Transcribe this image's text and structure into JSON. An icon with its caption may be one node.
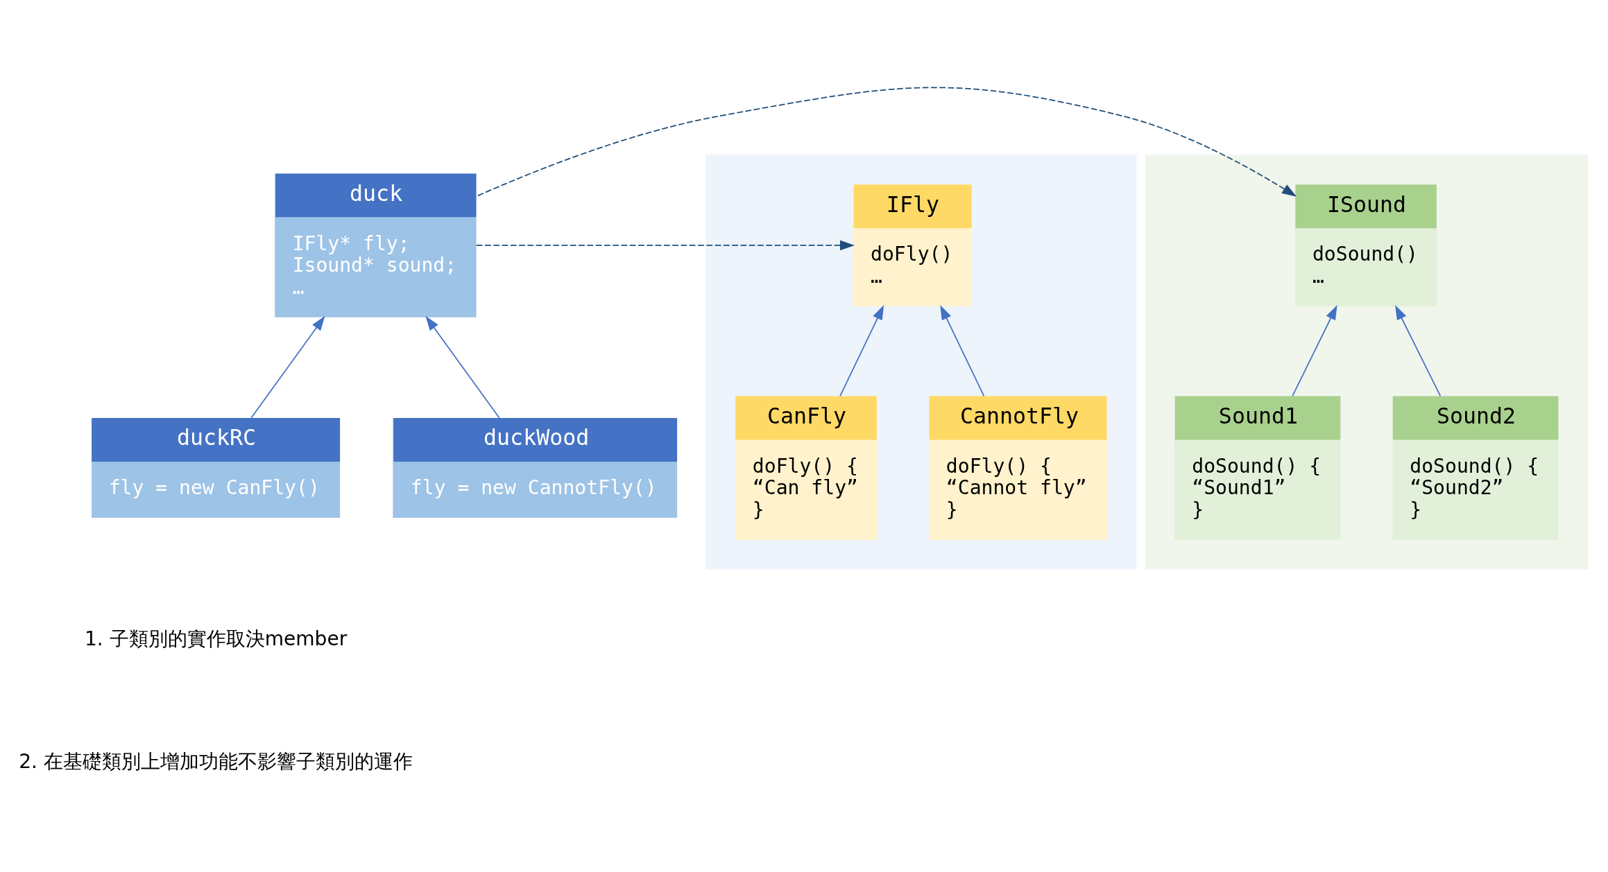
{
  "diagram": {
    "nodes": [
      {
        "text": [
          "duck",
          "IFly* fly;",
          "Isound* sound;",
          "…"
        ]
      },
      {
        "text": [
          "duckRC",
          "fly = new CanFly()"
        ]
      },
      {
        "text": [
          "duckWood",
          "fly = new CannotFly()"
        ]
      },
      {
        "text": [],
        "shape": "box"
      },
      {
        "text": [
          "IFly",
          "doFly()",
          "…"
        ],
        "in": 3
      },
      {
        "text": [
          "CanFly",
          "doFly() {",
          "“Can fly”",
          "}"
        ],
        "in": 3
      },
      {
        "text": [
          "CannotFly",
          "doFly() {",
          "“Cannot fly”",
          "}"
        ],
        "in": 3
      },
      {
        "text": [],
        "shape": "box"
      },
      {
        "text": [
          "ISound",
          "doSound()",
          "…"
        ],
        "in": 7
      },
      {
        "text": [
          "Sound1",
          "doSound() {",
          "“Sound1”",
          "}"
        ],
        "in": 7
      },
      {
        "text": [
          "Sound2",
          "doSound() {",
          "“Sound2”",
          "}"
        ],
        "in": 7
      }
    ],
    "edges": [
      {
        "from": 1,
        "to": 0,
        "arrow": "to"
      },
      {
        "from": 2,
        "to": 0,
        "arrow": "to"
      },
      {
        "from": 0,
        "to": 4,
        "arrow": "to",
        "style": "dashed",
        "color": "#1f4e79"
      },
      {
        "from": 0,
        "to": 8,
        "arrow": "to",
        "style": "dashed",
        "color": "#1f4e79"
      },
      {
        "from": 5,
        "to": 4,
        "arrow": "to"
      },
      {
        "from": 6,
        "to": 4,
        "arrow": "to"
      },
      {
        "from": 9,
        "to": 8,
        "arrow": "to"
      },
      {
        "from": 10,
        "to": 8,
        "arrow": "to"
      }
    ],
    "labels": [
      "1. 子類別的實作取決member",
      "2. 在基礎類別上增加功能不影響子類別的運作"
    ]
  }
}
